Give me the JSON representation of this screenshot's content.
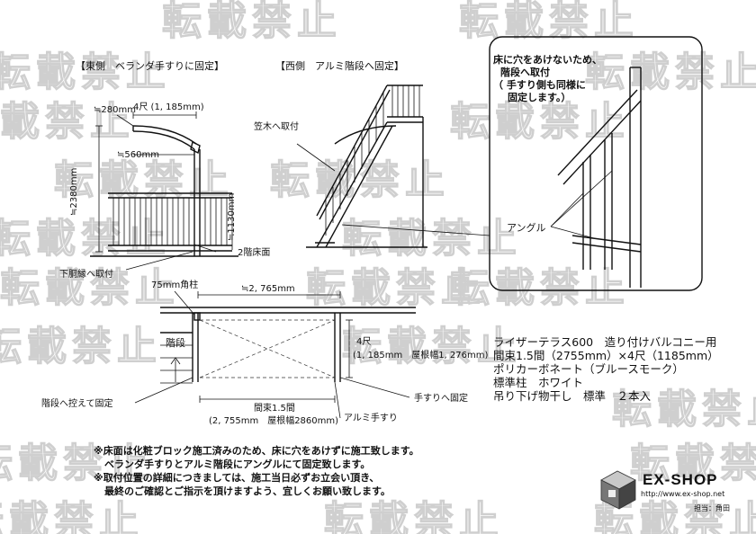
{
  "watermark": "転載禁止",
  "sections": {
    "east": "【東側　ベランダ手すりに固定】",
    "west": "【西側　アルミ階段へ固定】"
  },
  "east_labels": {
    "d280": "≒280mm",
    "w4": "4尺 (1, 185mm)",
    "d560": "≒560mm",
    "h2380": "≒2380mm",
    "h1130": "≒1130mm",
    "floor2": "2階床面",
    "lower_rail": "下胴縁へ取付"
  },
  "west_labels": {
    "kasagi": "笠木へ取付"
  },
  "callout": {
    "line1": "床に穴をあけないため、",
    "line2": "階段へ取付",
    "line3": "（ 手すり側も同様に",
    "line4": "固定します。）",
    "angle": "アングル"
  },
  "plan": {
    "post": "75mm角柱",
    "width": "≒2, 765mm",
    "stairs": "階段",
    "depth": "4尺",
    "depth_detail": "(1, 185mm　屋根幅1, 276mm)",
    "stairs_fix": "階段へ控えて固定",
    "rail_fix": "手すりへ固定",
    "frontage": "間束1.5間",
    "frontage_detail": "(2, 755mm　屋根幅2860mm)",
    "alu_rail": "アルミ手すり"
  },
  "spec": {
    "line1": "ライザーテラス600　造り付けバルコニー用",
    "line2": "間束1.5間（2755mm）×4尺（1185mm）",
    "line3": "ポリカーボネート（ブルースモーク）",
    "line4": "標準柱　ホワイト",
    "line5": "吊り下げ物干し　標準　２本入"
  },
  "notes": {
    "line1": "※床面は化粧ブロック施工済みのため、床に穴をあけずに施工致します。",
    "line2": "ベランダ手すりとアルミ階段にアングルにて固定致します。",
    "line3": "※取付位置の詳細につきましては、施工当日必ずお立会い頂き、",
    "line4": "最終のご確認とご指示を頂けますよう、宜しくお願い致します。"
  },
  "logo": {
    "brand": "EX-SHOP",
    "url": "http://www.ex-shop.net",
    "staff": "担当：角田",
    "icon": "box-logo-icon"
  }
}
